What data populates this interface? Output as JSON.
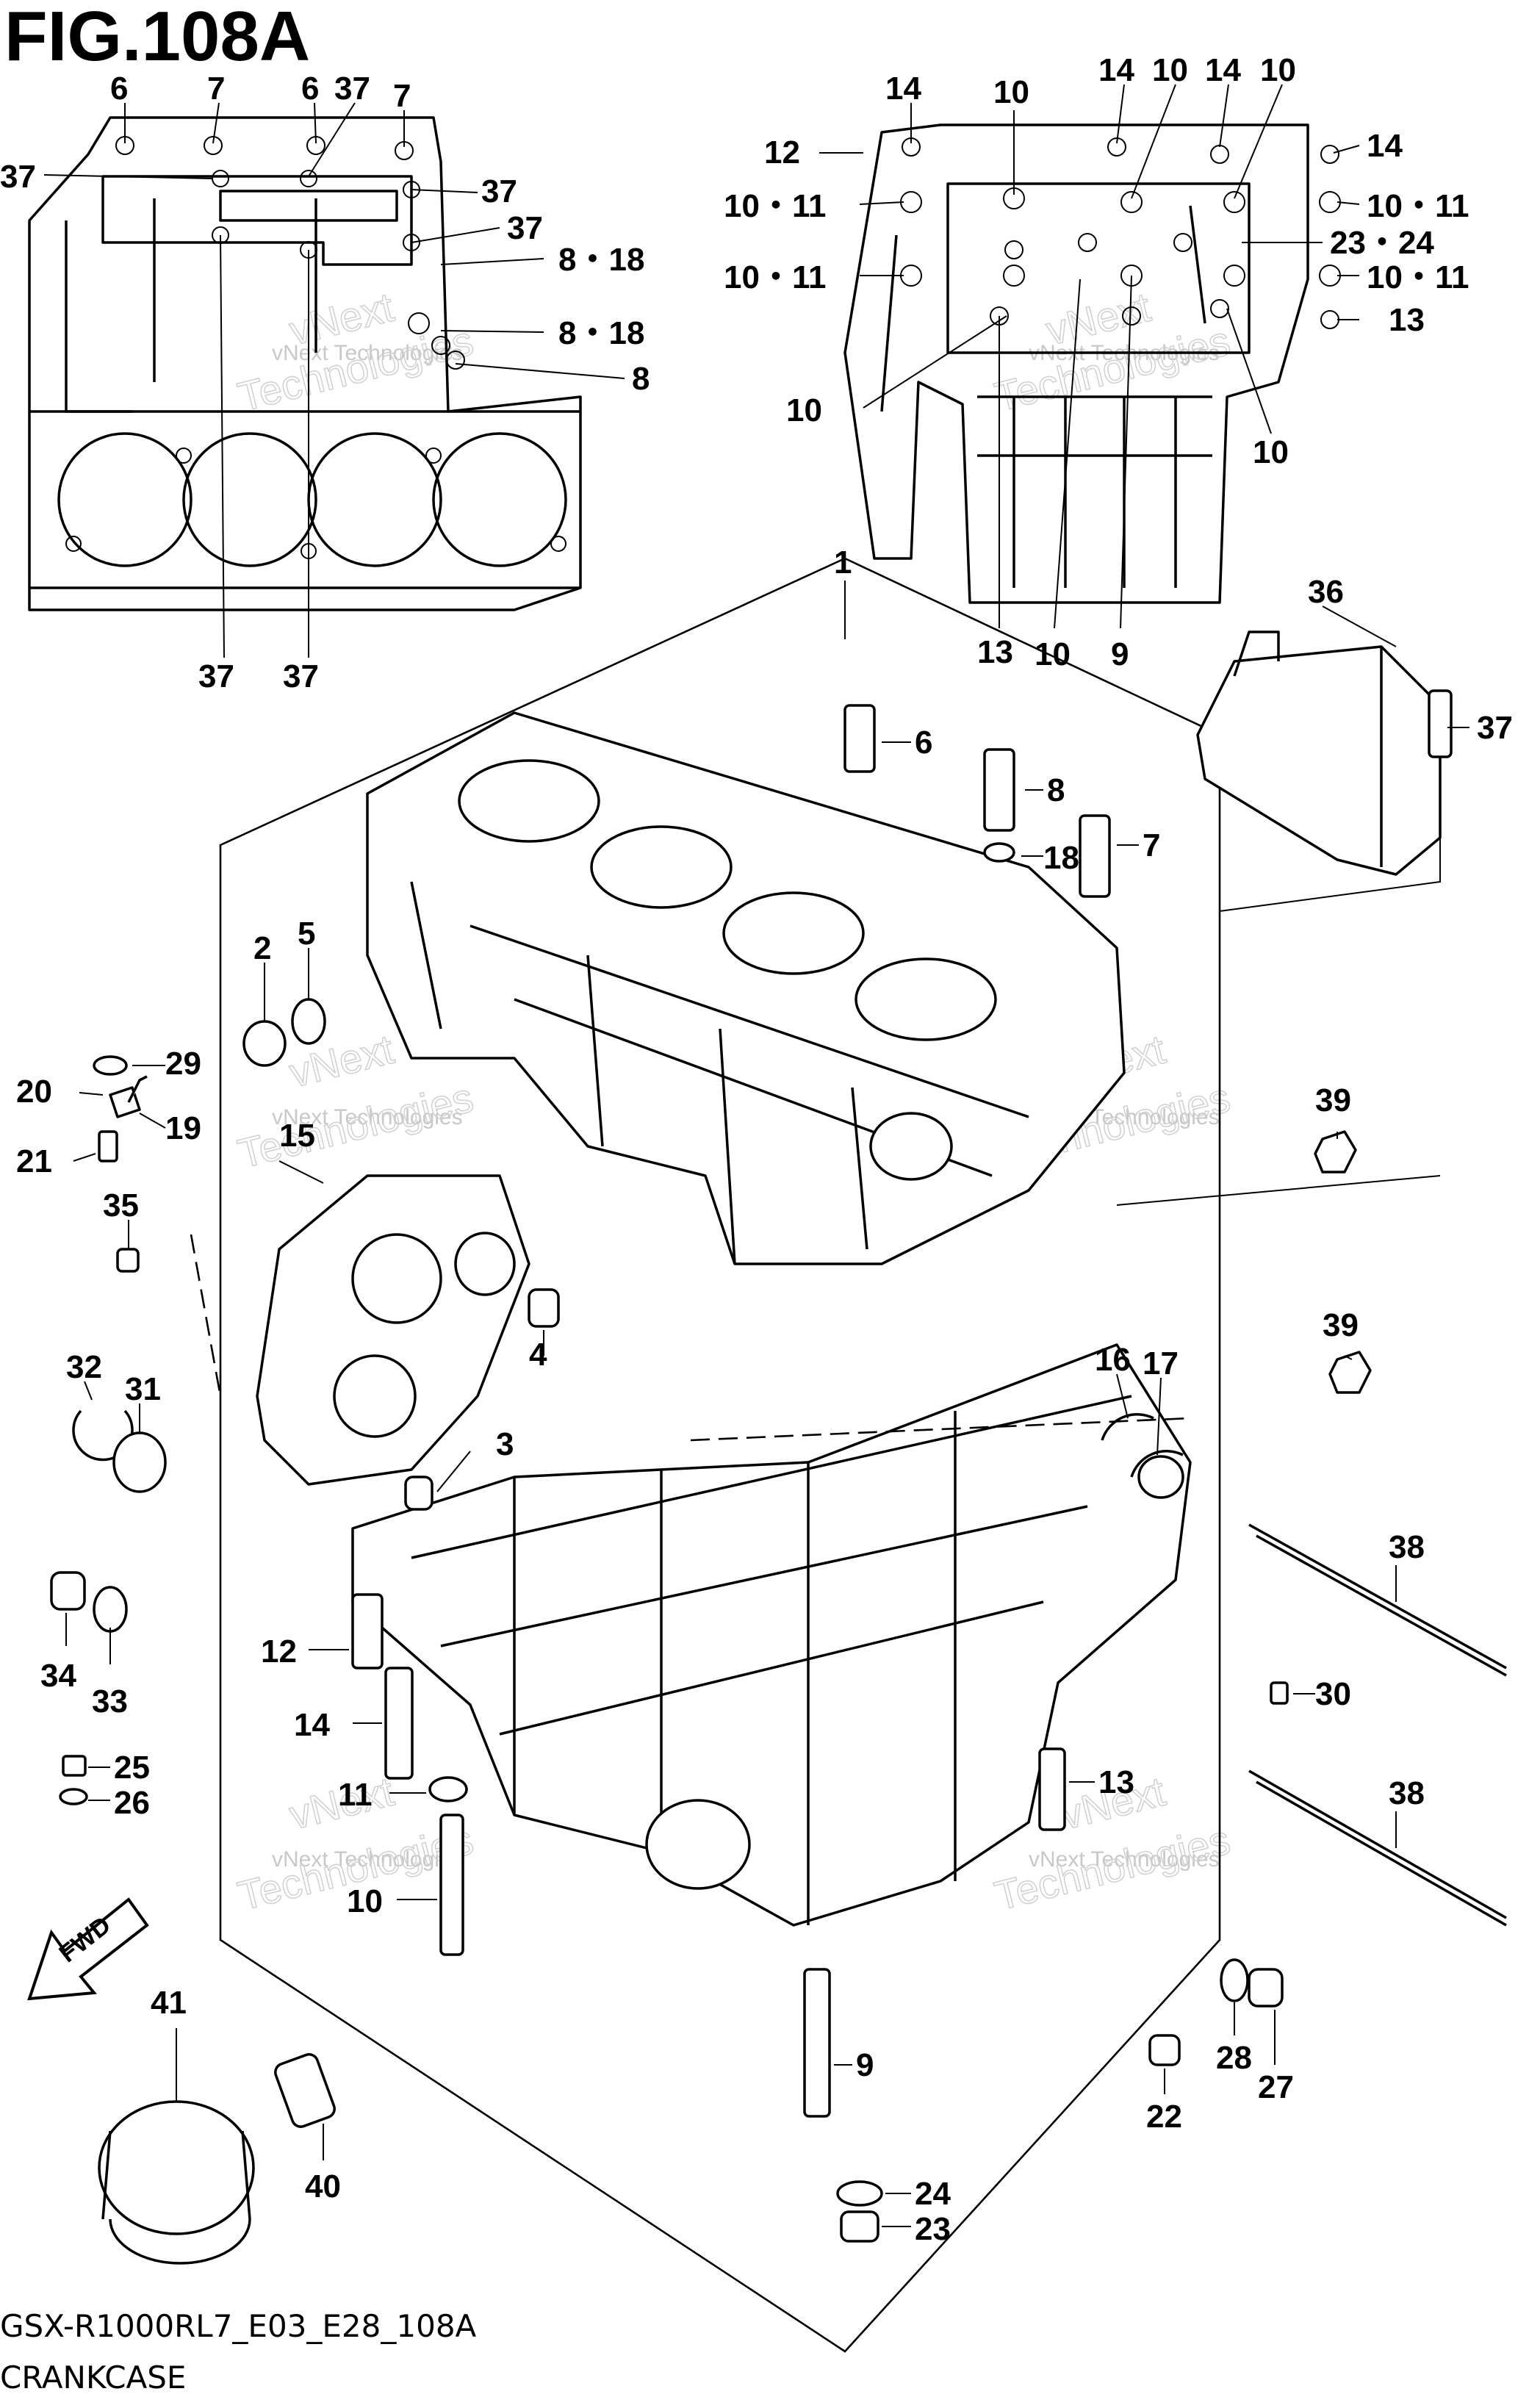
{
  "figure": {
    "title": "FIG.108A",
    "model_code": "GSX-R1000RL7_E03_E28_108A",
    "section_name": "CRANKCASE",
    "direction_badge": "FWD"
  },
  "watermark": {
    "line1": "vNext Technologies",
    "line2": "vNext",
    "line3": "Technologies"
  },
  "callouts": {
    "c1": "1",
    "c2": "2",
    "c3": "3",
    "c4": "4",
    "c5": "5",
    "c6a": "6",
    "c6b": "6",
    "c6c": "6",
    "c7a": "7",
    "c7b": "7",
    "c7c": "7",
    "c8a": "8",
    "c8b": "8",
    "c8_18a": "8・18",
    "c8_18b": "8・18",
    "c9a": "9",
    "c9b": "9",
    "c10a": "10",
    "c10b": "10",
    "c10c": "10",
    "c10d": "10",
    "c10e": "10",
    "c10f": "10",
    "c10g": "10",
    "c10_11a": "10・11",
    "c10_11b": "10・11",
    "c10_11c": "10・11",
    "c10_11d": "10・11",
    "c11": "11",
    "c12a": "12",
    "c12b": "12",
    "c13a": "13",
    "c13b": "13",
    "c13c": "13",
    "c14a": "14",
    "c14b": "14",
    "c14c": "14",
    "c14d": "14",
    "c14e": "14",
    "c15": "15",
    "c16": "16",
    "c17": "17",
    "c18": "18",
    "c19": "19",
    "c20": "20",
    "c21": "21",
    "c22": "22",
    "c23": "23",
    "c23_24": "23・24",
    "c24": "24",
    "c25": "25",
    "c26": "26",
    "c27": "27",
    "c28": "28",
    "c29": "29",
    "c30": "30",
    "c31": "31",
    "c32": "32",
    "c33": "33",
    "c34": "34",
    "c35": "35",
    "c36": "36",
    "c37a": "37",
    "c37b": "37",
    "c37c": "37",
    "c37d": "37",
    "c37e": "37",
    "c37f": "37",
    "c38a": "38",
    "c38b": "38",
    "c39a": "39",
    "c39b": "39",
    "c40": "40",
    "c41": "41"
  }
}
